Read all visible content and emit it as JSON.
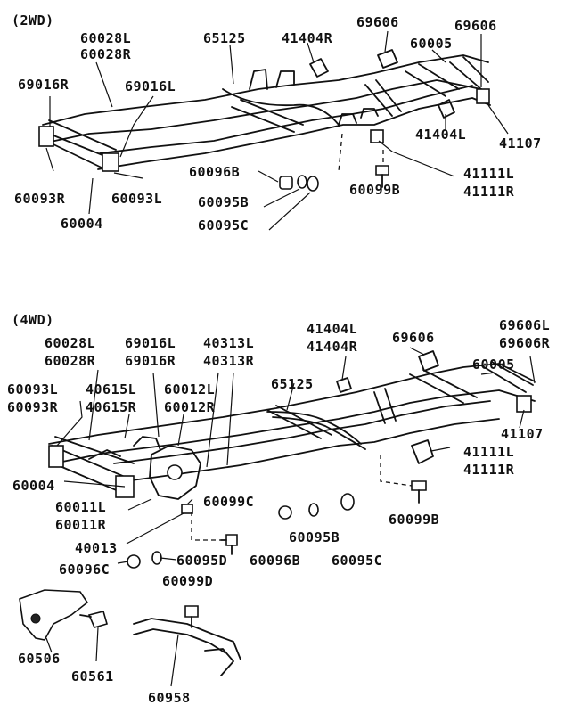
{
  "sections": {
    "twd": {
      "title": "(2WD)"
    },
    "fwd": {
      "title": "(4WD)"
    }
  },
  "twd_labels": {
    "l_60028L": "60028L",
    "l_60028R": "60028R",
    "l_69016R": "69016R",
    "l_69016L": "69016L",
    "l_65125": "65125",
    "l_41404R": "41404R",
    "l_69606a": "69606",
    "l_69606b": "69606",
    "l_60005": "60005",
    "l_41404L": "41404L",
    "l_41107": "41107",
    "l_60093R": "60093R",
    "l_60093L": "60093L",
    "l_60004": "60004",
    "l_60096B": "60096B",
    "l_60095B": "60095B",
    "l_60095C": "60095C",
    "l_60099B": "60099B",
    "l_41111L": "41111L",
    "l_41111R": "41111R"
  },
  "fwd_labels": {
    "l_60028L": "60028L",
    "l_60028R": "60028R",
    "l_69016L": "69016L",
    "l_69016R": "69016R",
    "l_40313L": "40313L",
    "l_40313R": "40313R",
    "l_41404L": "41404L",
    "l_41404R": "41404R",
    "l_69606": "69606",
    "l_69606L": "69606L",
    "l_69606R": "69606R",
    "l_60093L": "60093L",
    "l_60093R": "60093R",
    "l_40615L": "40615L",
    "l_40615R": "40615R",
    "l_60012L": "60012L",
    "l_60012R": "60012R",
    "l_65125": "65125",
    "l_60005": "60005",
    "l_41107": "41107",
    "l_41111L": "41111L",
    "l_41111R": "41111R",
    "l_60004": "60004",
    "l_60011L": "60011L",
    "l_60011R": "60011R",
    "l_60099C": "60099C",
    "l_60099B": "60099B",
    "l_40013": "40013",
    "l_60095B": "60095B",
    "l_60096C": "60096C",
    "l_60095D": "60095D",
    "l_60096B": "60096B",
    "l_60095C": "60095C",
    "l_60099D": "60099D",
    "l_60506": "60506",
    "l_60561": "60561",
    "l_60958": "60958"
  }
}
